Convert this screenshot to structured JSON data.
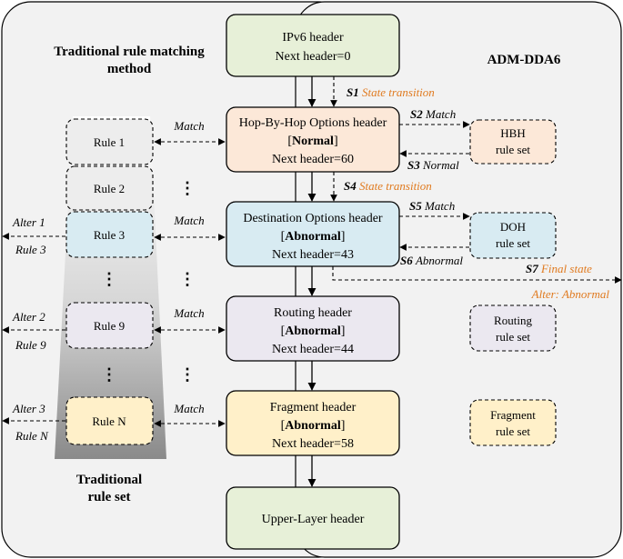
{
  "titles": {
    "traditional_method": [
      "Traditional rule matching",
      "method"
    ],
    "adm": "ADM-DDA6",
    "traditional_set": [
      "Traditional",
      "rule set"
    ]
  },
  "headers": [
    {
      "id": "ipv6",
      "lines": [
        "IPv6 header",
        "Next header=0"
      ],
      "color": "#e7f0d8"
    },
    {
      "id": "hbh",
      "lines": [
        "Hop-By-Hop Options header",
        "Normal",
        "Next header=60"
      ],
      "color": "#fce8d8"
    },
    {
      "id": "doh",
      "lines": [
        "Destination Options header",
        "Abnormal",
        "Next header=43"
      ],
      "color": "#d8ebf2"
    },
    {
      "id": "routing",
      "lines": [
        "Routing header",
        "Abnormal",
        "Next header=44"
      ],
      "color": "#ebe8f0"
    },
    {
      "id": "fragment",
      "lines": [
        "Fragment header",
        "Abnormal",
        "Next header=58"
      ],
      "color": "#fff0c9"
    },
    {
      "id": "upper",
      "lines": [
        "Upper-Layer header"
      ],
      "color": "#e7f0d8"
    }
  ],
  "rule_sets": [
    {
      "id": "hbh-set",
      "lines": [
        "HBH",
        "rule set"
      ],
      "color": "#fce8d8"
    },
    {
      "id": "doh-set",
      "lines": [
        "DOH",
        "rule set"
      ],
      "color": "#d8ebf2"
    },
    {
      "id": "routing-set",
      "lines": [
        "Routing",
        "rule set"
      ],
      "color": "#ebe8f0"
    },
    {
      "id": "fragment-set",
      "lines": [
        "Fragment",
        "rule set"
      ],
      "color": "#fff0c9"
    }
  ],
  "rules": [
    {
      "label": "Rule 1",
      "color": "#ededed"
    },
    {
      "label": "Rule 2",
      "color": "#ededed"
    },
    {
      "label": "Rule 3",
      "color": "#d8ebf2"
    },
    {
      "label": "Rule 9",
      "color": "#ebe8f0"
    },
    {
      "label": "Rule N",
      "color": "#fff0c9"
    }
  ],
  "ellipsis": "⋮",
  "match_label": "Match",
  "steps": {
    "s1": {
      "key": "S1",
      "text": "State transition"
    },
    "s2": {
      "key": "S2",
      "text": "Match"
    },
    "s3": {
      "key": "S3",
      "text": "Normal"
    },
    "s4": {
      "key": "S4",
      "text": "State transition"
    },
    "s5": {
      "key": "S5",
      "text": "Match"
    },
    "s6": {
      "key": "S6",
      "text": "Abnormal"
    },
    "s7": {
      "key": "S7",
      "text": "Final state"
    }
  },
  "alter_result": "Alter: Abnormal",
  "alters": [
    {
      "alter": "Alter 1",
      "rule": "Rule 3"
    },
    {
      "alter": "Alter 2",
      "rule": "Rule 9"
    },
    {
      "alter": "Alter 3",
      "rule": "Rule N"
    }
  ]
}
